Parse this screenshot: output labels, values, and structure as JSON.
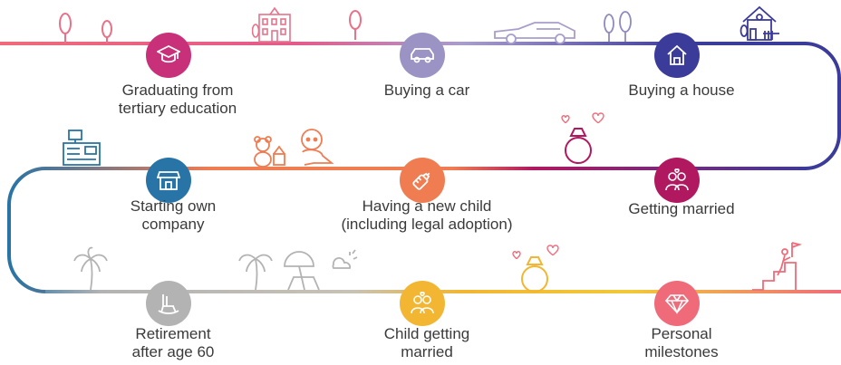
{
  "milestones": [
    {
      "id": "graduation",
      "lines": [
        "Graduating from",
        "tertiary education"
      ],
      "color": "#c8317a"
    },
    {
      "id": "car",
      "lines": [
        "Buying a car"
      ],
      "color": "#9a93c4"
    },
    {
      "id": "house",
      "lines": [
        "Buying a house"
      ],
      "color": "#3b3b9a"
    },
    {
      "id": "company",
      "lines": [
        "Starting own",
        "company"
      ],
      "color": "#2874a6"
    },
    {
      "id": "child",
      "lines": [
        "Having a new child",
        "(including legal adoption)"
      ],
      "color": "#f07c52"
    },
    {
      "id": "married",
      "lines": [
        "Getting married"
      ],
      "color": "#b0195f"
    },
    {
      "id": "retirement",
      "lines": [
        "Retirement",
        "after age 60"
      ],
      "color": "#b3b3b3"
    },
    {
      "id": "child-married",
      "lines": [
        "Child getting",
        "married"
      ],
      "color": "#f2b632"
    },
    {
      "id": "personal",
      "lines": [
        "Personal",
        "milestones"
      ],
      "color": "#f06b7a"
    }
  ],
  "track_colors": {
    "row1_start": "#f06b7a",
    "row1_mid": "#a99dcc",
    "row1_end": "#3b3b9a",
    "row2_start": "#2874a6",
    "row2_mid": "#f07c52",
    "row2_end": "#b0195f",
    "row3_start": "#b3b3b3",
    "row3_mid": "#f2b632",
    "row3_end": "#f06b7a"
  }
}
